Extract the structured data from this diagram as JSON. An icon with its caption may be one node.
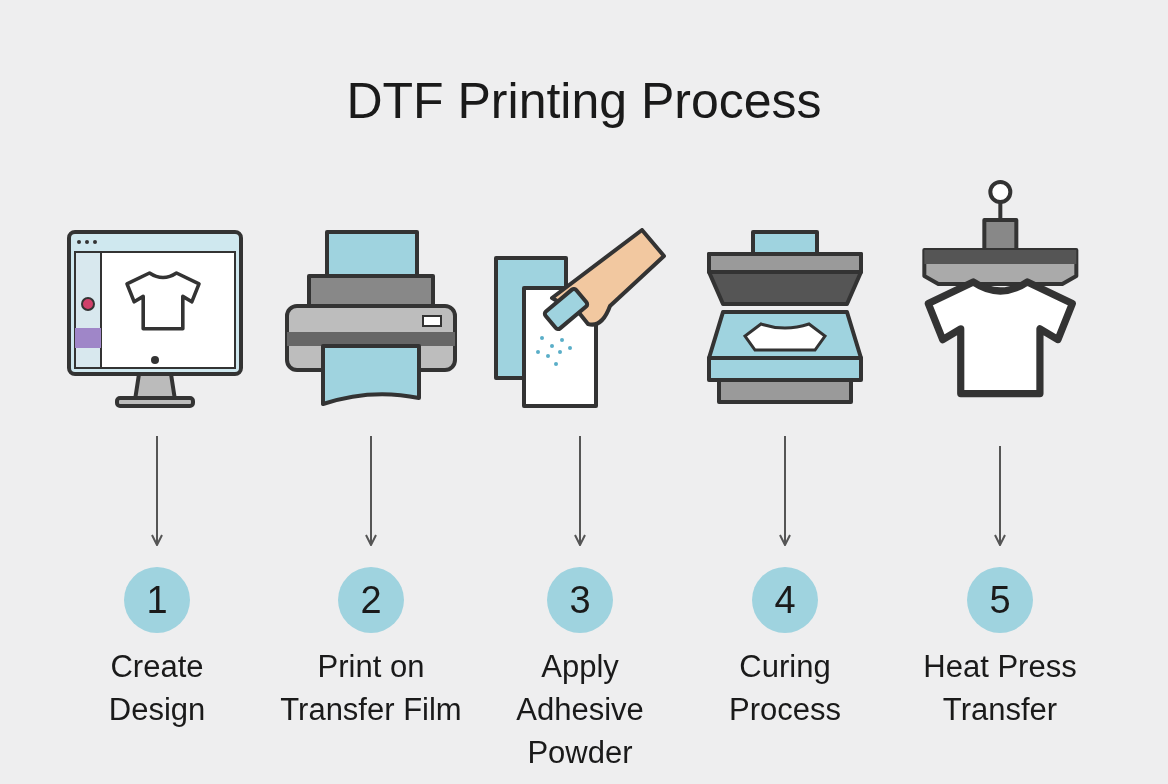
{
  "diagram": {
    "title": "DTF Printing Process",
    "nodes": [
      {
        "text": [],
        "shape": "picture"
      },
      {
        "text": [],
        "shape": "picture"
      },
      {
        "text": [],
        "shape": "picture"
      },
      {
        "text": [],
        "shape": "picture"
      },
      {
        "text": [],
        "shape": "picture"
      },
      {
        "text": [
          "1"
        ],
        "beside": [
          "Create Design"
        ]
      },
      {
        "text": [
          "2"
        ],
        "beside": [
          "Print on Transfer Film"
        ]
      },
      {
        "text": [
          "3"
        ],
        "beside": [
          "Apply Adhesive Powder"
        ]
      },
      {
        "text": [
          "4"
        ],
        "beside": [
          "Curing Process"
        ]
      },
      {
        "text": [
          "5"
        ],
        "beside": [
          "Heat Press Transfer"
        ]
      }
    ],
    "edges": [
      {
        "from": 0,
        "to": 5,
        "arrow": "to"
      },
      {
        "from": 1,
        "to": 6,
        "arrow": "to"
      },
      {
        "from": 2,
        "to": 7,
        "arrow": "to"
      },
      {
        "from": 3,
        "to": 8,
        "arrow": "to"
      },
      {
        "from": 4,
        "to": 9,
        "arrow": "to"
      }
    ]
  }
}
